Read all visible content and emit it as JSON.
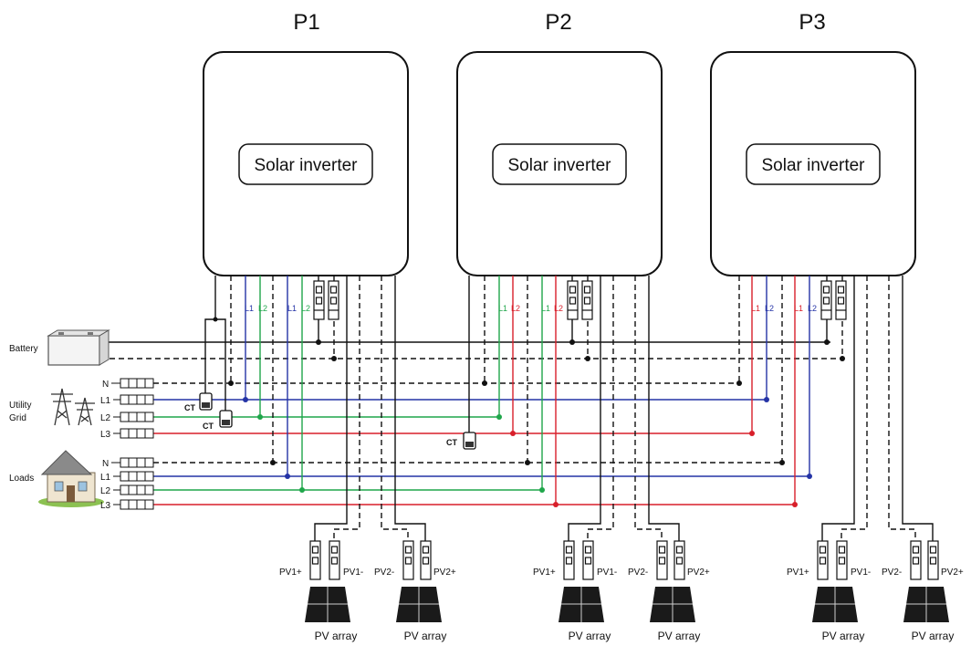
{
  "colors": {
    "L1": "#2433a6",
    "L2": "#1fa64a",
    "L3": "#d81f2a",
    "line": "#111111"
  },
  "inverters": [
    {
      "id": "P1",
      "label": "P1",
      "box_text": "Solar inverter"
    },
    {
      "id": "P2",
      "label": "P2",
      "box_text": "Solar inverter"
    },
    {
      "id": "P3",
      "label": "P3",
      "box_text": "Solar inverter"
    }
  ],
  "wire_labels": {
    "l1": "L1",
    "l2": "L2"
  },
  "battery": {
    "label": "Battery"
  },
  "grid": {
    "label_line1": "Utility",
    "label_line2": "Grid",
    "terminals": [
      "N",
      "L1",
      "L2",
      "L3"
    ]
  },
  "loads": {
    "label": "Loads",
    "terminals": [
      "N",
      "L1",
      "L2",
      "L3"
    ]
  },
  "ct_label": "CT",
  "pv": {
    "pv1_plus": "PV1+",
    "pv1_minus": "PV1-",
    "pv2_minus": "PV2-",
    "pv2_plus": "PV2+",
    "array_label": "PV array"
  }
}
